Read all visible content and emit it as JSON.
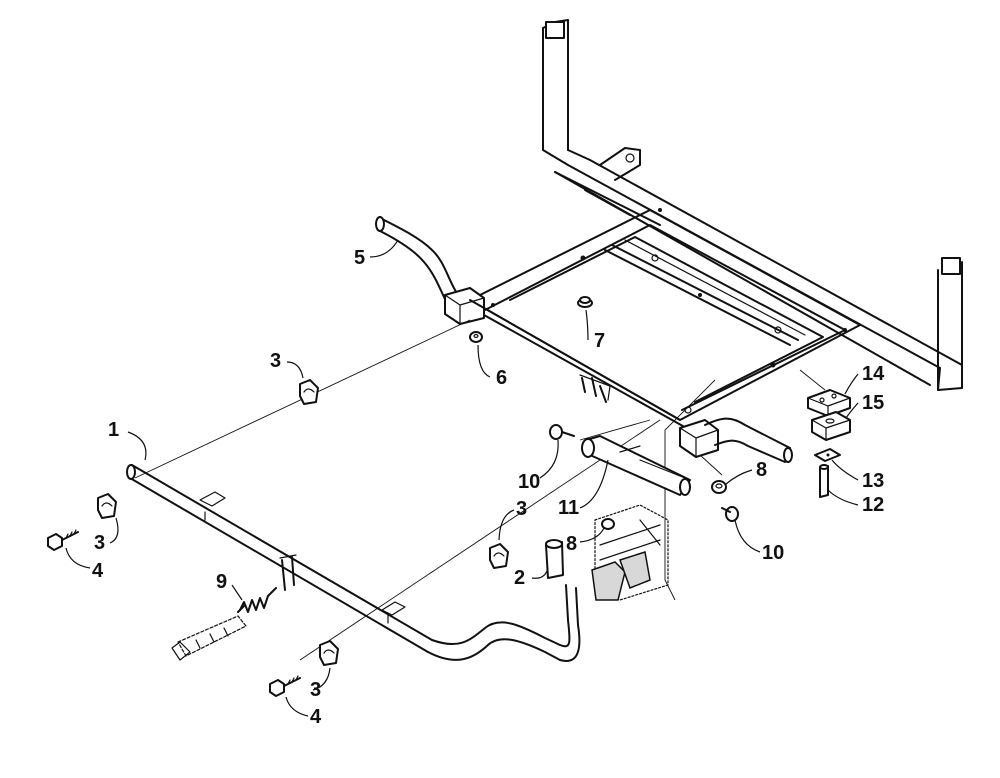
{
  "diagram": {
    "callouts": [
      {
        "id": "c1",
        "label": "1"
      },
      {
        "id": "c2",
        "label": "2"
      },
      {
        "id": "c3a",
        "label": "3"
      },
      {
        "id": "c3b",
        "label": "3"
      },
      {
        "id": "c3c",
        "label": "3"
      },
      {
        "id": "c3d",
        "label": "3"
      },
      {
        "id": "c4a",
        "label": "4"
      },
      {
        "id": "c4b",
        "label": "4"
      },
      {
        "id": "c5",
        "label": "5"
      },
      {
        "id": "c6",
        "label": "6"
      },
      {
        "id": "c7",
        "label": "7"
      },
      {
        "id": "c8a",
        "label": "8"
      },
      {
        "id": "c8b",
        "label": "8"
      },
      {
        "id": "c9",
        "label": "9"
      },
      {
        "id": "c10a",
        "label": "10"
      },
      {
        "id": "c10b",
        "label": "10"
      },
      {
        "id": "c11",
        "label": "11"
      },
      {
        "id": "c12",
        "label": "12"
      },
      {
        "id": "c13",
        "label": "13"
      },
      {
        "id": "c14",
        "label": "14"
      },
      {
        "id": "c15",
        "label": "15"
      }
    ]
  },
  "colors": {
    "line": "#111111",
    "background": "#ffffff"
  }
}
